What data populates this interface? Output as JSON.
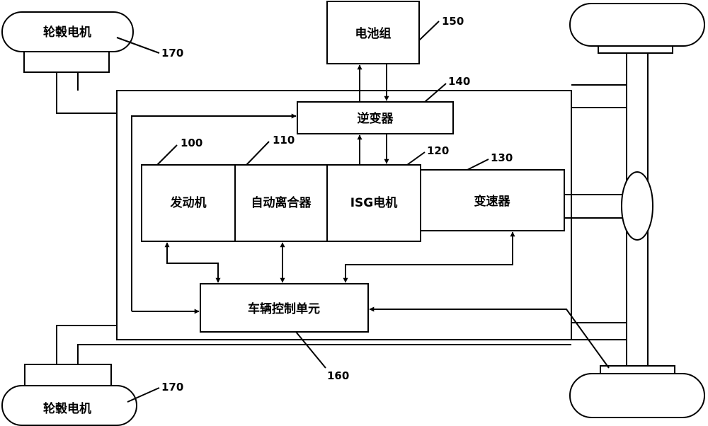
{
  "components": {
    "engine": "发动机",
    "clutch": "自动离合器",
    "isg_motor": "ISG电机",
    "transmission": "变速器",
    "inverter": "逆变器",
    "battery": "电池组",
    "vcu": "车辆控制单元",
    "hub_motor_top": "轮毂电机",
    "hub_motor_bottom": "轮毂电机"
  },
  "refs": {
    "engine": "100",
    "clutch": "110",
    "isg_motor": "120",
    "transmission": "130",
    "inverter": "140",
    "battery": "150",
    "vcu": "160",
    "hub_motor_top": "170",
    "hub_motor_bottom": "170"
  }
}
